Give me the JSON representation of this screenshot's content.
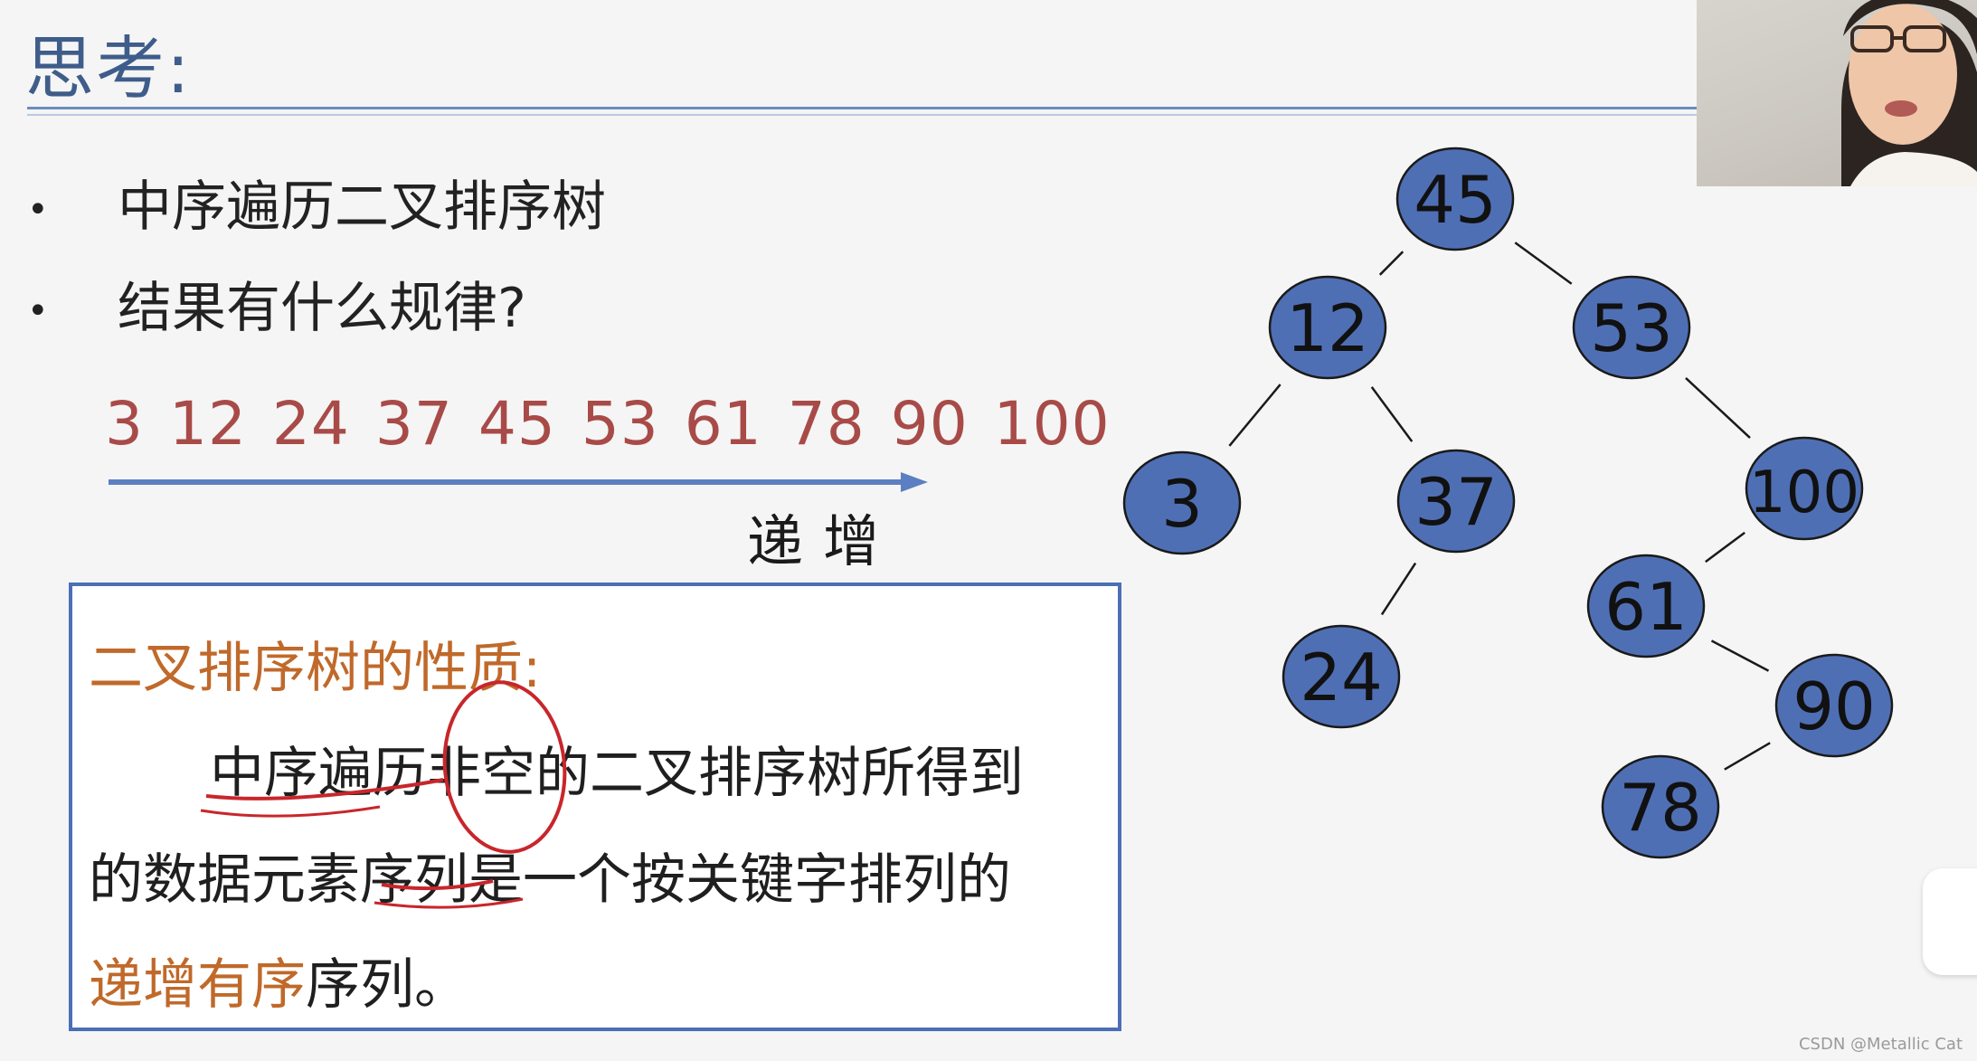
{
  "slide": {
    "title": "思考:",
    "bullets": [
      "中序遍历二叉排序树",
      "结果有什么规律?"
    ],
    "sequence": "3 12 24 37 45 53 61 78 90 100",
    "arrow_label": "递增",
    "property": {
      "title": "二叉排序树的性质:",
      "line1": "中序遍历非空的二叉排序树所得到",
      "line2": "的数据元素序列是一个按关键字排列的",
      "line3_accent": "递增有序",
      "line3_rest": "序列。"
    }
  },
  "tree": {
    "nodes": [
      {
        "id": "45",
        "label": "45"
      },
      {
        "id": "12",
        "label": "12"
      },
      {
        "id": "53",
        "label": "53"
      },
      {
        "id": "3",
        "label": "3"
      },
      {
        "id": "37",
        "label": "37"
      },
      {
        "id": "100",
        "label": "100"
      },
      {
        "id": "24",
        "label": "24"
      },
      {
        "id": "61",
        "label": "61"
      },
      {
        "id": "90",
        "label": "90"
      },
      {
        "id": "78",
        "label": "78"
      }
    ],
    "edges": [
      [
        "45",
        "12"
      ],
      [
        "45",
        "53"
      ],
      [
        "12",
        "3"
      ],
      [
        "12",
        "37"
      ],
      [
        "37",
        "24"
      ],
      [
        "53",
        "100"
      ],
      [
        "100",
        "61"
      ],
      [
        "61",
        "90"
      ],
      [
        "90",
        "78"
      ]
    ],
    "node_fill": "#4f6fb5",
    "node_stroke": "#1a1a1a"
  },
  "colors": {
    "title": "#3f5d8a",
    "sequence": "#a84b48",
    "accent": "#c0692a",
    "arrow": "#5b7fc2",
    "annotation": "#c8262b"
  },
  "watermark": "CSDN @Metallic Cat"
}
